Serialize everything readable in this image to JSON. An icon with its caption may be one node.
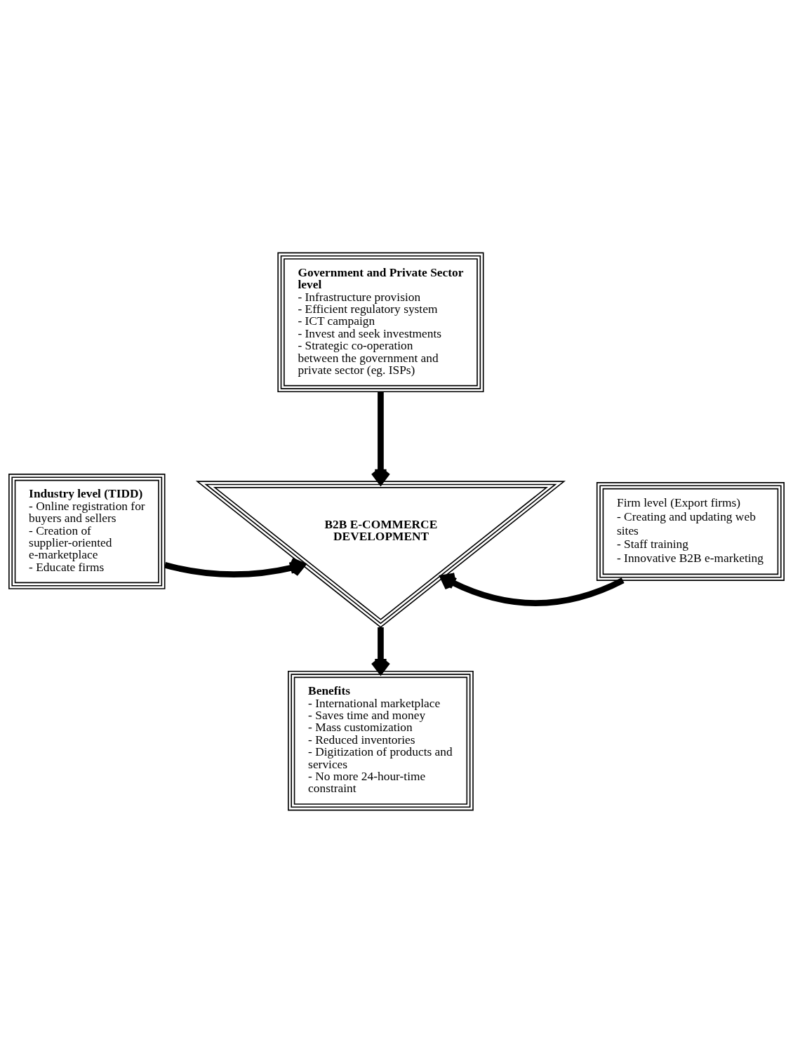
{
  "diagram": {
    "nodes": [
      {
        "text": [
          "Government and Private Sector level",
          "- Infrastructure provision",
          "- Efficient regulatory system",
          "- ICT campaign",
          "- Invest and seek investments",
          "- Strategic co-operation between the government and private sector (eg. ISPs)"
        ]
      },
      {
        "text": [
          "B2B E-COMMERCE DEVELOPMENT"
        ]
      },
      {
        "text": [
          "Industry level (TIDD)",
          "- Online registration for buyers and sellers",
          "- Creation of supplier-oriented e-marketplace",
          "- Educate firms"
        ]
      },
      {
        "text": [
          "Firm level (Export firms)",
          "- Creating and updating web sites",
          "- Staff training",
          "- Innovative B2B e-marketing"
        ]
      },
      {
        "text": [
          "Benefits",
          "- International marketplace",
          "- Saves time and money",
          "- Mass customization",
          "- Reduced inventories",
          "- Digitization of products and services",
          "- No more 24-hour-time constraint"
        ]
      }
    ],
    "edges": [
      {
        "from": 0,
        "to": 1,
        "arrow": "to"
      },
      {
        "from": 2,
        "to": 1,
        "arrow": "to"
      },
      {
        "from": 3,
        "to": 1,
        "arrow": "to"
      },
      {
        "from": 1,
        "to": 4,
        "arrow": "to"
      }
    ]
  }
}
